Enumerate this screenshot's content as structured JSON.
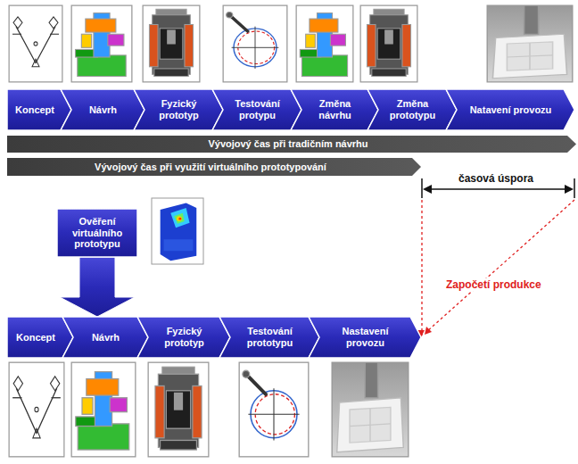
{
  "diagram": {
    "nodes": [
      {
        "text": [
          "Koncept"
        ]
      },
      {
        "text": [
          "Návrh"
        ]
      },
      {
        "text": [
          "Fyzický prototyp"
        ]
      },
      {
        "text": [
          "Testování protypu"
        ]
      },
      {
        "text": [
          "Změna návrhu"
        ]
      },
      {
        "text": [
          "Změna prototypu"
        ]
      },
      {
        "text": [
          "Natavení provozu"
        ]
      },
      {
        "text": [
          "Vývojový čas při tradičním návrhu"
        ]
      },
      {
        "text": [
          "Vývojový čas při využití virtuálního prototypování"
        ]
      },
      {
        "text": [
          "Ověření virtuálního prototypu"
        ]
      },
      {
        "text": [
          "Koncept"
        ]
      },
      {
        "text": [
          "Návrh"
        ]
      },
      {
        "text": [
          "Fyzický prototyp"
        ]
      },
      {
        "text": [
          "Testování prototypu"
        ]
      },
      {
        "text": [
          "Nastavení provozu"
        ]
      }
    ],
    "edges": [
      {
        "from": 9,
        "to": 11,
        "arrow": "to"
      }
    ],
    "labels": [
      "časová úspora",
      "Započetí produkce"
    ]
  }
}
